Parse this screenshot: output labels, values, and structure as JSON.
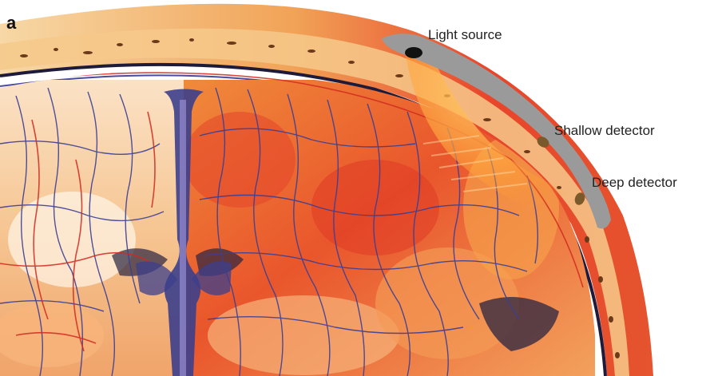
{
  "figure": {
    "panel_letter": "a",
    "labels": {
      "light_source": "Light source",
      "shallow_detector": "Shallow detector",
      "deep_detector": "Deep detector"
    },
    "colors": {
      "skull": "#f2b169",
      "scalp": "#e8452b",
      "cortex": "#f08a3a",
      "artery": "#d12a1f",
      "vein": "#3b3f94",
      "probe": "#9a9a9a",
      "light_path": "#ffb040"
    }
  }
}
